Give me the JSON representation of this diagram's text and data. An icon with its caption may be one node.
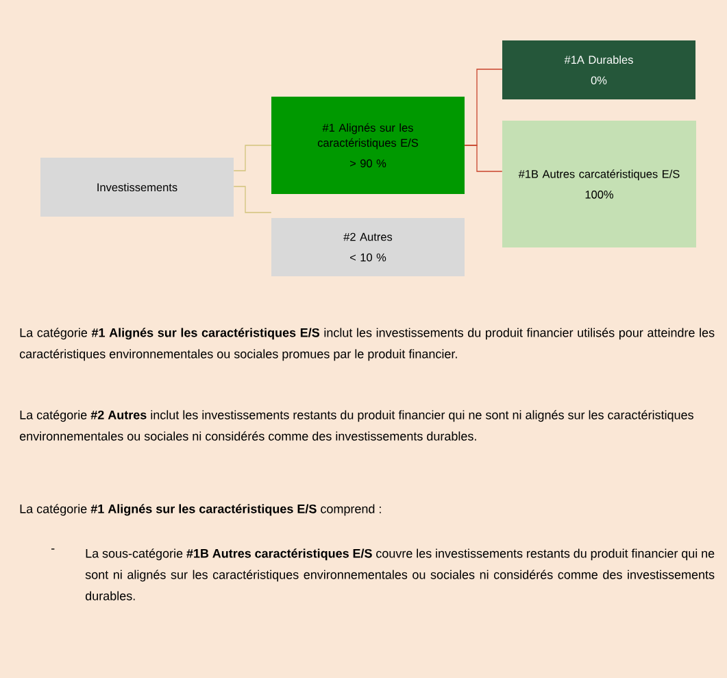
{
  "diagram": {
    "nodes": [
      {
        "text": [
          "Investissements"
        ]
      },
      {
        "text": [
          "#1 Alignés sur les caractéristiques E/S",
          "> 90 %"
        ]
      },
      {
        "text": [
          "#2 Autres",
          "< 10 %"
        ]
      },
      {
        "text": [
          "#1A Durables",
          "0%"
        ]
      },
      {
        "text": [
          "#1B Autres carcatéristiques E/S",
          "100%"
        ]
      }
    ],
    "edges": [
      {
        "from": 0,
        "to": 1,
        "arrow": "none",
        "color": "#d2c47c"
      },
      {
        "from": 0,
        "to": 2,
        "arrow": "none",
        "color": "#d2c47c"
      },
      {
        "from": 1,
        "to": 3,
        "arrow": "none",
        "color": "#c8442c"
      },
      {
        "from": 1,
        "to": 4,
        "arrow": "none",
        "color": "#c8442c"
      }
    ],
    "labels": [
      "La catégorie **#1 Alignés sur les caractéristiques E/S** inclut les investissements du produit financier utilisés pour atteindre les caractéristiques environnementales ou sociales promues par le produit financier.",
      "La catégorie **#2 Autres** inclut les investissements restants du produit financier qui ne sont ni alignés sur les caractéristiques environnementales ou sociales ni considérés comme des investissements durables.",
      "La catégorie **#1 Alignés sur les caractéristiques E/S** comprend :",
      "-",
      "La sous-catégorie **#1B Autres caractéristiques E/S** couvre les investissements restants du produit financier qui ne sont ni alignés sur les caractéristiques environnementales ou sociales ni considérés comme des investissements durables."
    ]
  }
}
